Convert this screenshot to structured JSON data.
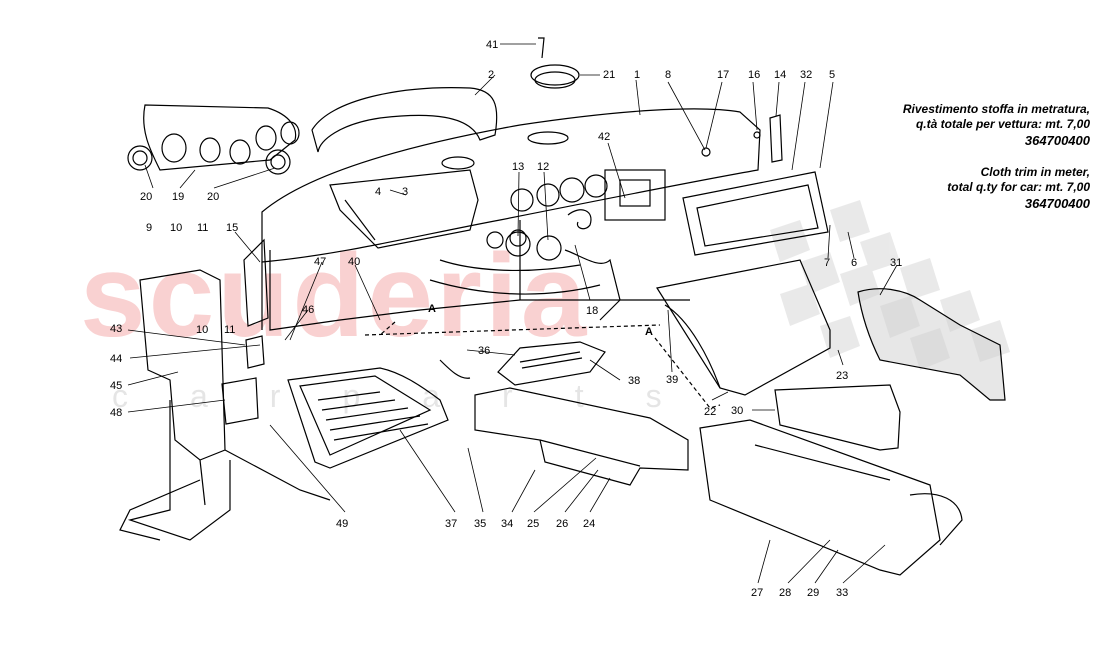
{
  "notes": {
    "italian": {
      "line1": "Rivestimento stoffa in metratura,",
      "line2": "q.tà totale per vettura: mt. 7,00",
      "code": "364700400"
    },
    "english": {
      "line1": "Cloth trim in meter,",
      "line2": "total q.ty for car: mt. 7,00",
      "code": "364700400"
    }
  },
  "watermark": {
    "brand": "scuderia",
    "sub": "carparts"
  },
  "section_markers": [
    "A",
    "A"
  ],
  "callouts": [
    "41",
    "2",
    "21",
    "1",
    "8",
    "17",
    "16",
    "14",
    "32",
    "5",
    "42",
    "13",
    "12",
    "3",
    "4",
    "20",
    "19",
    "20",
    "9",
    "10",
    "11",
    "15",
    "47",
    "40",
    "46",
    "10",
    "11",
    "43",
    "44",
    "45",
    "48",
    "36",
    "38",
    "18",
    "7",
    "6",
    "31",
    "39",
    "23",
    "22",
    "30",
    "37",
    "35",
    "34",
    "25",
    "26",
    "24",
    "27",
    "28",
    "29",
    "33",
    "49"
  ],
  "colors": {
    "line": "#000000",
    "watermark_red": "#eb5a5a",
    "watermark_grey": "#aaaaaa"
  }
}
